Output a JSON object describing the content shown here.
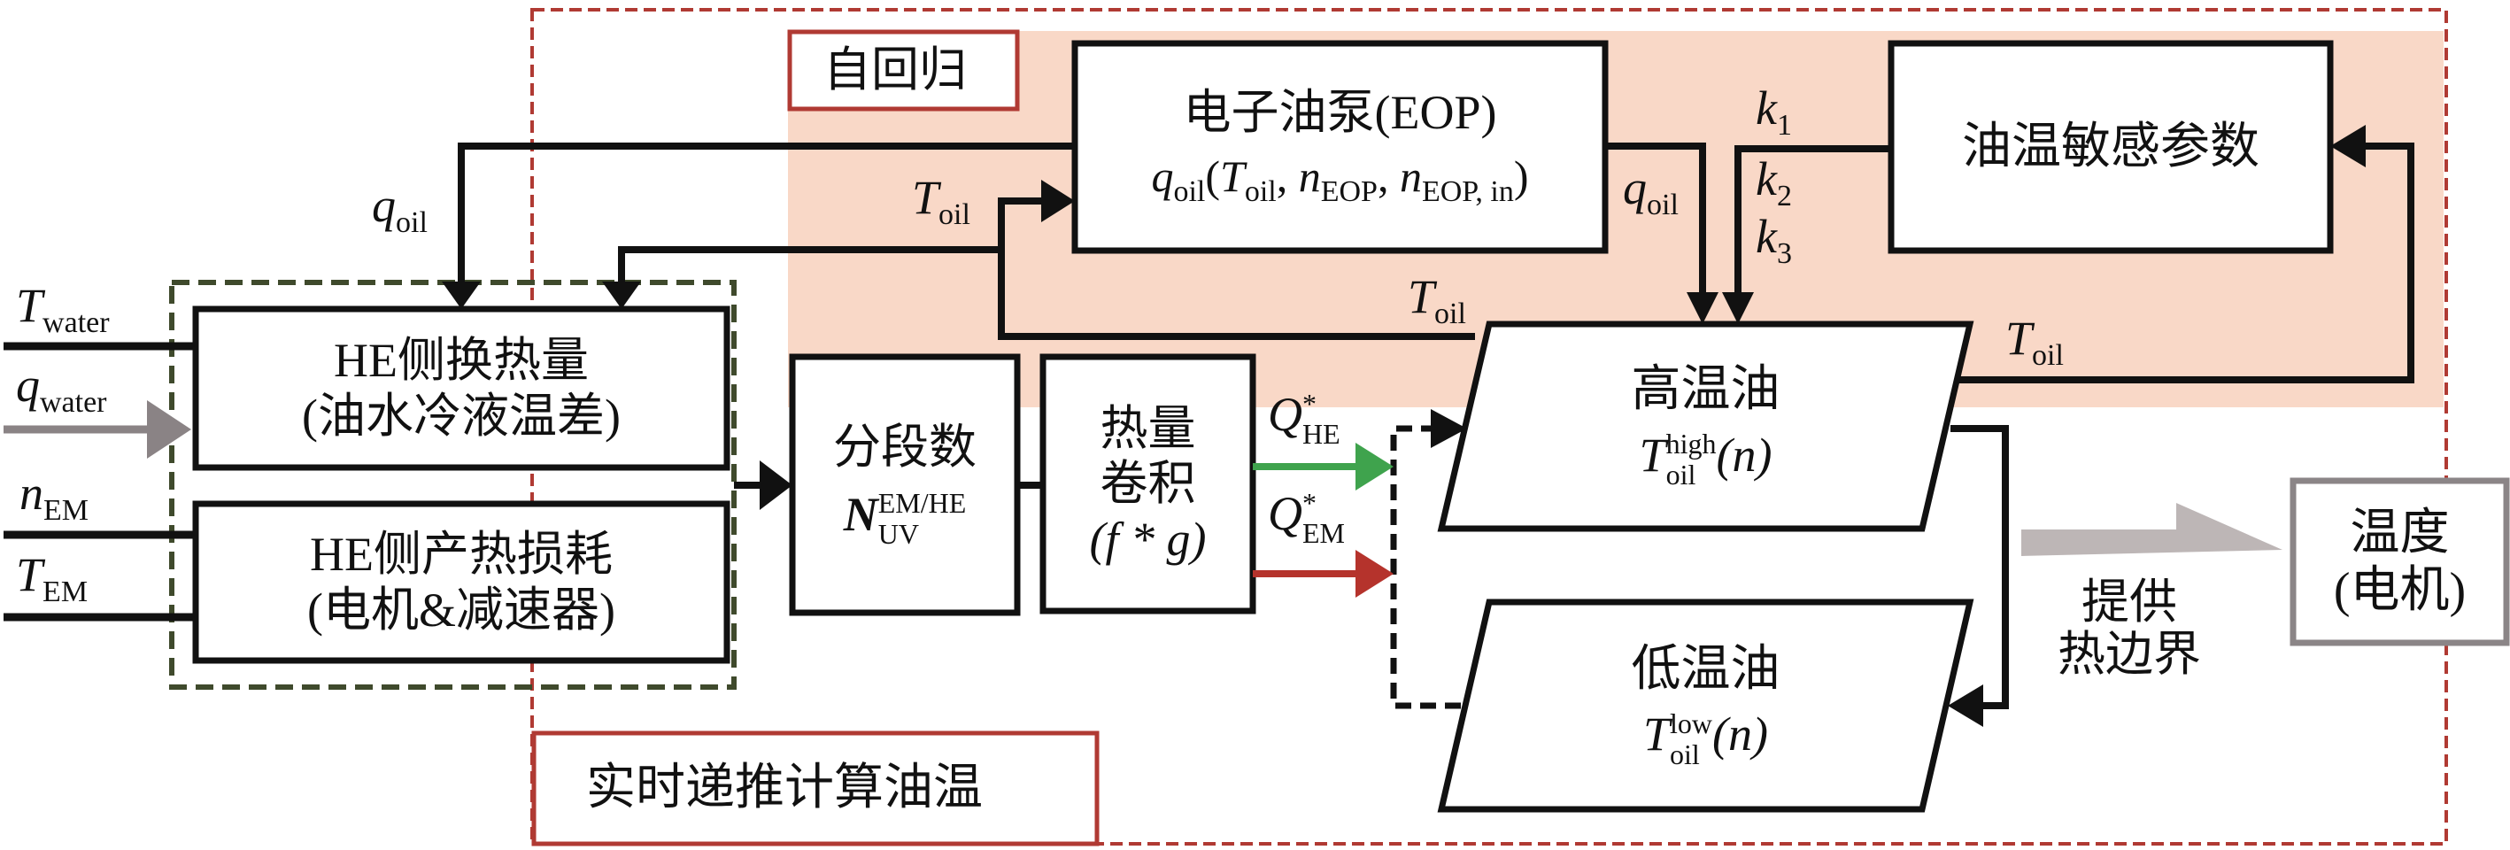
{
  "colors": {
    "autoregressive_region_fill": "#f9d8c7",
    "realtime_region_border": "#b03a33",
    "input_group_border": "#3f4a2c",
    "line": "#111111",
    "q_water_arrow": "#8a8385",
    "heat_HE_arrow": "#3fa34d",
    "heat_EM_arrow": "#b5332c",
    "provide_boundary_arrow": "#bdb6b6",
    "motor_temp_box_border": "#8b8587"
  },
  "regions": {
    "autoregressive_label": "自回归",
    "realtime_label": "实时递推计算油温"
  },
  "inputs": [
    {
      "symbol": "T",
      "sub": "water"
    },
    {
      "symbol": "q",
      "sub": "water"
    },
    {
      "symbol": "n",
      "sub": "EM"
    },
    {
      "symbol": "T",
      "sub": "EM"
    }
  ],
  "blocks": {
    "he_exchange": {
      "line1": "HE侧换热量",
      "line2": "(油水冷液温差)"
    },
    "he_loss": {
      "line1": "HE侧产热损耗",
      "line2": "(电机&减速器)"
    },
    "segments": {
      "title": "分段数",
      "symbol": "N",
      "sup": "EM/HE",
      "sub": "UV"
    },
    "convolution": {
      "line1": "热量",
      "line2": "卷积",
      "formula": "(f * g)"
    },
    "eop": {
      "title": "电子油泵(EOP)",
      "formula_q": "q",
      "formula_q_sub": "oil",
      "args": [
        {
          "symbol": "T",
          "sub": "oil"
        },
        {
          "symbol": "n",
          "sub": "EOP"
        },
        {
          "symbol": "n",
          "sub": "EOP, in"
        }
      ]
    },
    "sensitivity": {
      "label": "油温敏感参数"
    },
    "high_oil": {
      "title": "高温油",
      "symbol": "T",
      "sup": "high",
      "sub": "oil",
      "arg": "(n)"
    },
    "low_oil": {
      "title": "低温油",
      "symbol": "T",
      "sup": "low",
      "sub": "oil",
      "arg": "(n)"
    },
    "motor_temp": {
      "line1": "温度",
      "line2": "(电机)"
    }
  },
  "signals": {
    "q_oil_left": {
      "symbol": "q",
      "sub": "oil"
    },
    "t_oil_eop_in": {
      "symbol": "T",
      "sub": "oil"
    },
    "q_oil_right": {
      "symbol": "q",
      "sub": "oil"
    },
    "k1": {
      "symbol": "k",
      "sub": "1"
    },
    "k2": {
      "symbol": "k",
      "sub": "2"
    },
    "k3": {
      "symbol": "k",
      "sub": "3"
    },
    "t_oil_mid": {
      "symbol": "T",
      "sub": "oil"
    },
    "t_oil_return": {
      "symbol": "T",
      "sub": "oil"
    },
    "q_he": {
      "symbol": "Q",
      "sup": "*",
      "sub": "HE"
    },
    "q_em": {
      "symbol": "Q",
      "sup": "*",
      "sub": "EM"
    }
  },
  "provide_boundary": {
    "line1": "提供",
    "line2": "热边界"
  }
}
